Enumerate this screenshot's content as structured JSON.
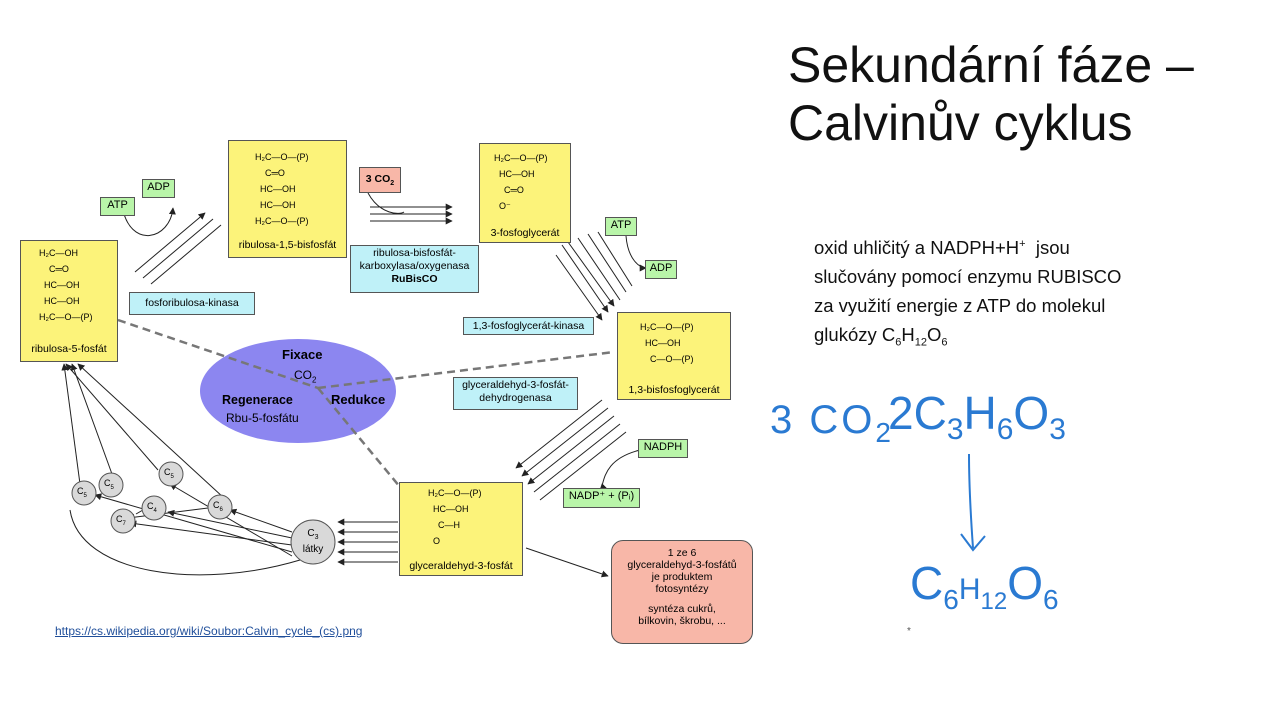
{
  "slide": {
    "title_line1": "Sekundární fáze –",
    "title_line2": "Calvinův cyklus",
    "description_line1": "oxid uhličitý a NADPH+H",
    "description_sup": "+",
    "description_line1_end": "  jsou",
    "description_line2": "slučovány pomocí enzymu RUBISCO",
    "description_line3": "za využití energie z ATP do molekul",
    "description_line4_prefix": "glukózy C",
    "description_sub1": "6",
    "description_h": "H",
    "description_sub2": "12",
    "description_o": "O",
    "description_sub3": "6",
    "source_link": "https://cs.wikipedia.org/wiki/Soubor:Calvin_cycle_(cs).png",
    "asterisk": "*"
  },
  "diagram": {
    "cycle": {
      "fixace": "Fixace",
      "co2": "CO",
      "co2_sub": "2",
      "regenerace": "Regenerace",
      "rbu": "Rbu-5-fosfátu",
      "redukce": "Redukce"
    },
    "molecules": {
      "rubp_name": "ribulosa-1,5-bisfosfát",
      "rubp_formula": "H₂C—O—(P)\n    C═O\n  HC—OH\n  HC—OH\nH₂C—O—(P)",
      "r5p_name": "ribulosa-5-fosfát",
      "r5p_formula": "H₂C—OH\n    C═O\n  HC—OH\n  HC—OH\nH₂C—O—(P)",
      "pga_name": "3-fosfoglycerát",
      "pga_formula": "H₂C—O—(P)\n  HC—OH\n    C═O\n  O⁻",
      "bpg_name": "1,3-bisfosfoglycerát",
      "bpg_formula": "H₂C—O—(P)\n  HC—OH\n    C—O—(P)",
      "g3p_name": "glyceraldehyd-3-fosfát",
      "g3p_formula": "H₂C—O—(P)\n  HC—OH\n    C—H\n  O"
    },
    "enzymes": {
      "prk": "fosforibulosa-kinasa",
      "rubisco_line1": "ribulosa-bisfosfát-",
      "rubisco_line2": "karboxylasa/oxygenasa",
      "rubisco_bold": "RuBisCO",
      "pgk": "1,3-fosfoglycerát-kinasa",
      "gapdh_line1": "glyceraldehyd-3-fosfát-",
      "gapdh_line2": "dehydrogenasa"
    },
    "cofactors": {
      "atp_left": "ATP",
      "adp_left": "ADP",
      "co2_input": "3 CO",
      "co2_input_sub": "2",
      "atp_right": "ATP",
      "adp_right": "ADP",
      "nadph": "NADPH",
      "nadp": "NADP⁺ + (Pᵢ)"
    },
    "carbon_pool": {
      "c3_label": "C",
      "c3_sub": "3",
      "c3_text": "látky",
      "nodes": [
        {
          "id": "c5a",
          "label": "C",
          "sub": "5"
        },
        {
          "id": "c5b",
          "label": "C",
          "sub": "5"
        },
        {
          "id": "c5c",
          "label": "C",
          "sub": "5"
        },
        {
          "id": "c7",
          "label": "C",
          "sub": "7"
        },
        {
          "id": "c4",
          "label": "C",
          "sub": "4"
        },
        {
          "id": "c6",
          "label": "C",
          "sub": "6"
        }
      ]
    },
    "product": {
      "line1": "1 ze 6",
      "line2": "glyceraldehyd-3-fosfátů",
      "line3": "je produktem",
      "line4": "fotosyntézy",
      "line5": "syntéza cukrů,",
      "line6": "bílkovin, škrobu, ..."
    }
  },
  "handwriting": {
    "reactant": "3 CO",
    "reactant_sub": "2",
    "intermediate": "2C",
    "intermediate_sub1": "3",
    "intermediate_h": "H",
    "intermediate_sub2": "6",
    "intermediate_o": "O",
    "intermediate_sub3": "3",
    "product": "C",
    "product_sub1": "6",
    "product_h": "H",
    "product_sub2": "12",
    "product_o": "O",
    "product_sub3": "6"
  },
  "colors": {
    "yellow_box": "#fcf37a",
    "cyan_box": "#bff1f8",
    "green_box": "#b9f5a9",
    "cycle_ellipse": "#8c86f0",
    "product_box": "#f8b7a8",
    "co2_box": "#f8b7a8",
    "handwriting": "#2a7ad2"
  }
}
